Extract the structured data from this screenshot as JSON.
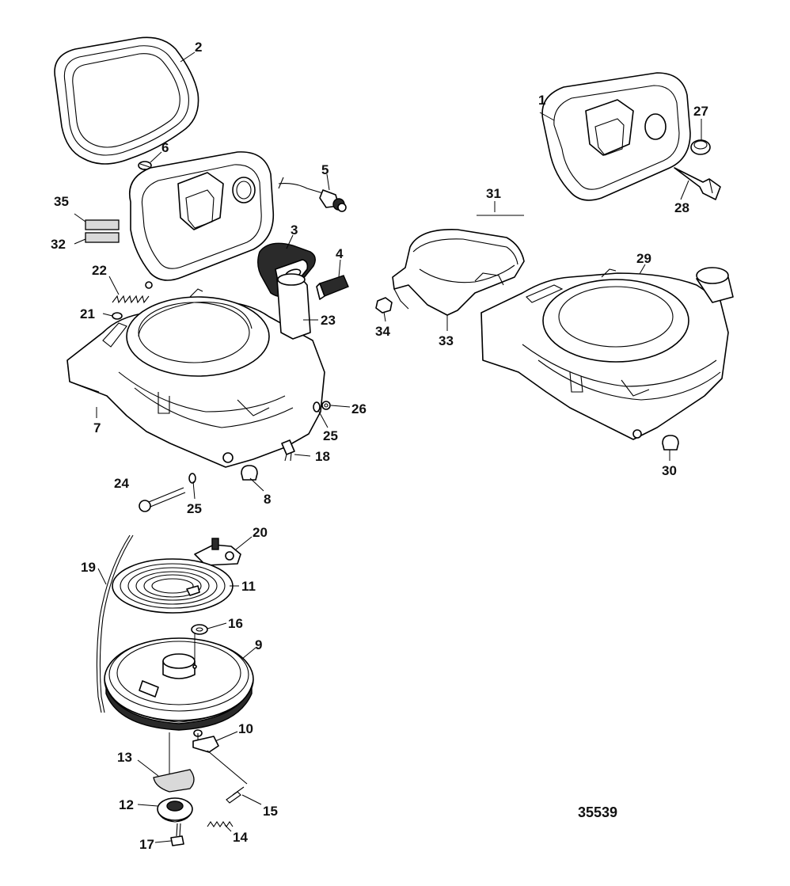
{
  "drawing_number": "35539",
  "callouts": {
    "c1": "1",
    "c2": "2",
    "c3": "3",
    "c4": "4",
    "c5": "5",
    "c6": "6",
    "c7": "7",
    "c8": "8",
    "c9": "9",
    "c10": "10",
    "c11": "11",
    "c12": "12",
    "c13": "13",
    "c14": "14",
    "c15": "15",
    "c16": "16",
    "c17": "17",
    "c18": "18",
    "c19": "19",
    "c20": "20",
    "c21": "21",
    "c22": "22",
    "c23": "23",
    "c24": "24",
    "c25a": "25",
    "c25b": "25",
    "c26": "26",
    "c27": "27",
    "c28": "28",
    "c29": "29",
    "c30": "30",
    "c31": "31",
    "c32": "32",
    "c33": "33",
    "c34": "34",
    "c35": "35"
  }
}
